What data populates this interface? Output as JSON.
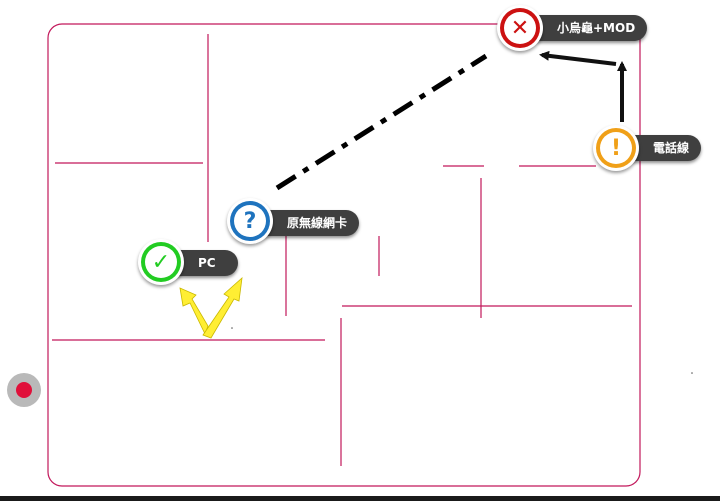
{
  "colors": {
    "wall": "#c2185b",
    "link_dash": "#000000",
    "arrow_black": "#111111",
    "arrow_yellow": "#ffee33",
    "error": "#cc1111",
    "question": "#1e73be",
    "warning": "#f0a018",
    "ok": "#22cc22",
    "marker": "#e0103a"
  },
  "nodes": [
    {
      "id": "mod",
      "label": "小烏龜+MOD",
      "icon": "x-icon",
      "status": "error"
    },
    {
      "id": "phone",
      "label": "電話線",
      "icon": "exclamation-icon",
      "status": "warning"
    },
    {
      "id": "wifi",
      "label": "原無線網卡",
      "icon": "question-icon",
      "status": "question"
    },
    {
      "id": "pc",
      "label": "PC",
      "icon": "check-icon",
      "status": "ok"
    }
  ],
  "icons": {
    "x": "✕",
    "exclamation": "!",
    "question": "?",
    "check": "✓"
  },
  "marker": {
    "icon": "location-dot-icon"
  }
}
